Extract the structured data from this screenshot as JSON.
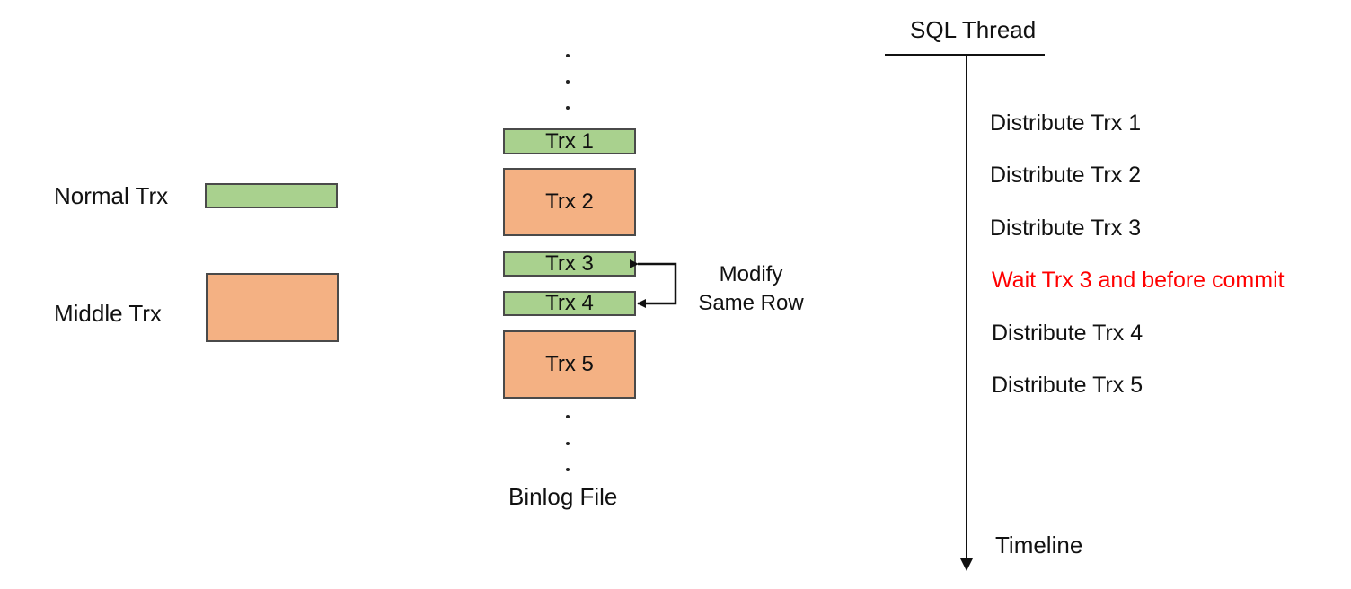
{
  "legend": {
    "normal_label": "Normal Trx",
    "middle_label": "Middle Trx",
    "normal_color": "#a9d18e",
    "middle_color": "#f4b183"
  },
  "binlog": {
    "transactions": [
      {
        "label": "Trx 1",
        "kind": "normal"
      },
      {
        "label": "Trx 2",
        "kind": "middle"
      },
      {
        "label": "Trx 3",
        "kind": "normal"
      },
      {
        "label": "Trx 4",
        "kind": "normal"
      },
      {
        "label": "Trx 5",
        "kind": "middle"
      }
    ],
    "annotation_line1": "Modify",
    "annotation_line2": "Same Row",
    "caption": "Binlog File"
  },
  "sql_thread": {
    "title": "SQL Thread",
    "events": [
      {
        "text": "Distribute Trx 1",
        "color": "#111111"
      },
      {
        "text": "Distribute Trx 2",
        "color": "#111111"
      },
      {
        "text": "Distribute Trx 3",
        "color": "#111111"
      },
      {
        "text": "Wait Trx 3 and before commit",
        "color": "#ff0000"
      },
      {
        "text": "Distribute Trx 4",
        "color": "#111111"
      },
      {
        "text": "Distribute Trx 5",
        "color": "#111111"
      }
    ],
    "timeline_label": "Timeline"
  }
}
